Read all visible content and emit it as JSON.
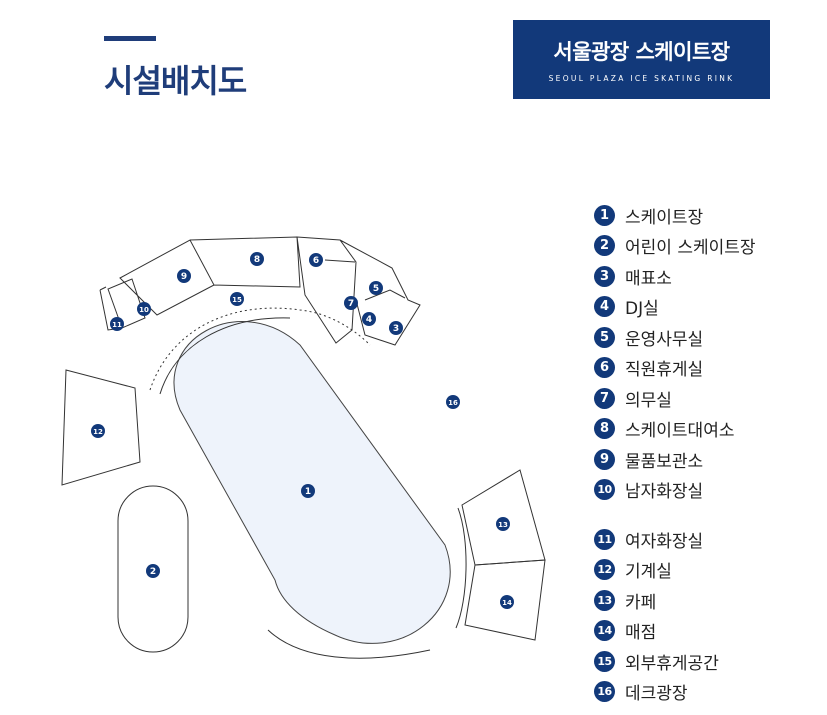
{
  "page_title": "시설배치도",
  "logo": {
    "main": "서울광장 스케이트장",
    "sub": "SEOUL PLAZA ICE SKATING RINK"
  },
  "legend": [
    {
      "num": "1",
      "label": "스케이트장"
    },
    {
      "num": "2",
      "label": "어린이 스케이트장"
    },
    {
      "num": "3",
      "label": "매표소"
    },
    {
      "num": "4",
      "label": "DJ실"
    },
    {
      "num": "5",
      "label": "운영사무실"
    },
    {
      "num": "6",
      "label": "직원휴게실"
    },
    {
      "num": "7",
      "label": "의무실"
    },
    {
      "num": "8",
      "label": "스케이트대여소"
    },
    {
      "num": "9",
      "label": "물품보관소"
    },
    {
      "num": "10",
      "label": "남자화장실"
    },
    {
      "num": "11",
      "label": "여자화장실"
    },
    {
      "num": "12",
      "label": "기계실"
    },
    {
      "num": "13",
      "label": "카페"
    },
    {
      "num": "14",
      "label": "매점"
    },
    {
      "num": "15",
      "label": "외부휴게공간"
    },
    {
      "num": "16",
      "label": "데크광장"
    }
  ],
  "map_markers": [
    "1",
    "2",
    "3",
    "4",
    "5",
    "6",
    "7",
    "8",
    "9",
    "10",
    "11",
    "12",
    "13",
    "14",
    "15",
    "16"
  ],
  "colors": {
    "navy": "#12397a",
    "rink_fill": "#eef3fb",
    "outline": "#333333"
  }
}
